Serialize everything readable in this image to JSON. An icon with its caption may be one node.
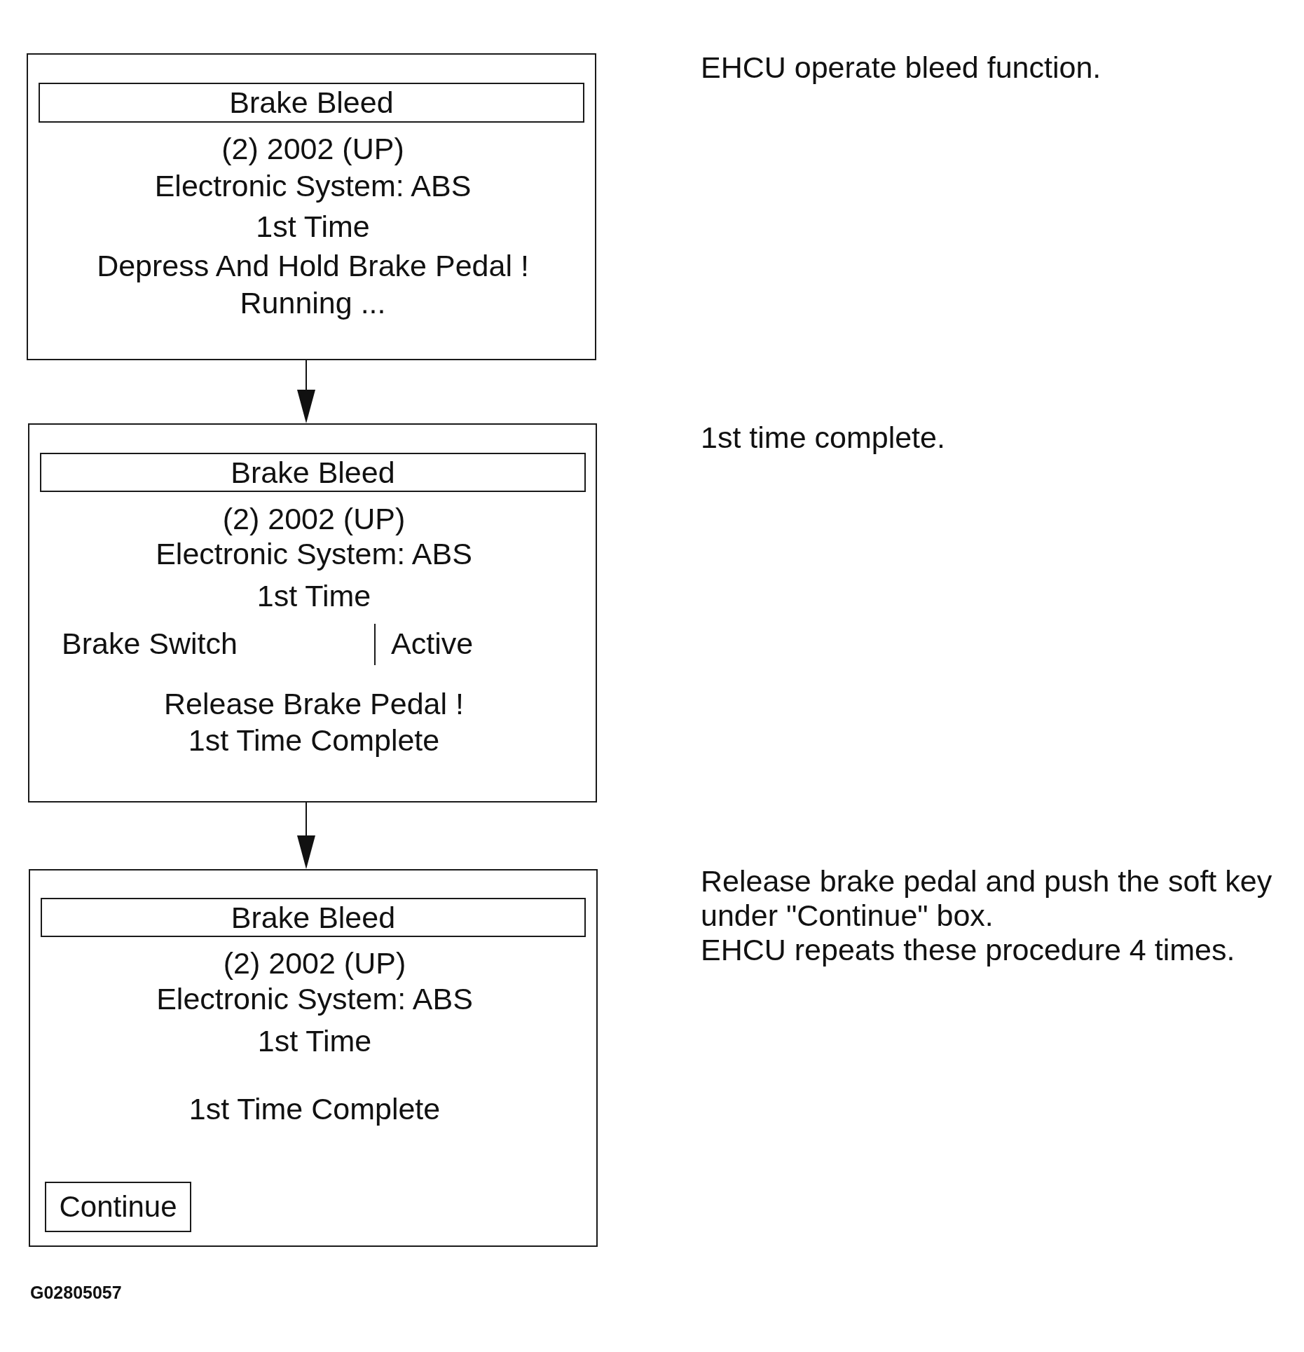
{
  "diagram": {
    "nodes": [
      {
        "text": [
          "(2) 2002 (UP)",
          "Electronic System: ABS",
          "1st Time",
          "Depress And Hold Brake Pedal !",
          "Running ..."
        ],
        "beside": [
          "EHCU operate bleed function."
        ]
      },
      {
        "text": [
          "Brake Bleed"
        ],
        "in": 0
      },
      {
        "text": [
          "(2) 2002 (UP)",
          "Electronic System: ABS",
          "1st Time",
          "Brake Switch",
          "Active",
          "Release Brake Pedal !",
          "1st Time Complete"
        ],
        "beside": [
          "1st time complete."
        ]
      },
      {
        "text": [
          "Brake Bleed"
        ],
        "in": 2
      },
      {
        "text": [
          "(2) 2002 (UP)",
          "Electronic System: ABS",
          "1st Time",
          "1st Time Complete"
        ],
        "beside": [
          "Release brake pedal and push the soft key under \"Continue\" box.",
          "EHCU repeats these procedure 4 times."
        ]
      },
      {
        "text": [
          "Brake Bleed"
        ],
        "in": 4
      },
      {
        "text": [
          "Continue"
        ],
        "in": 4
      }
    ],
    "edges": [
      {
        "from": 0,
        "to": 2,
        "arrow": "to"
      },
      {
        "from": 2,
        "to": 4,
        "arrow": "to"
      }
    ],
    "labels": [
      "G02805057"
    ]
  }
}
